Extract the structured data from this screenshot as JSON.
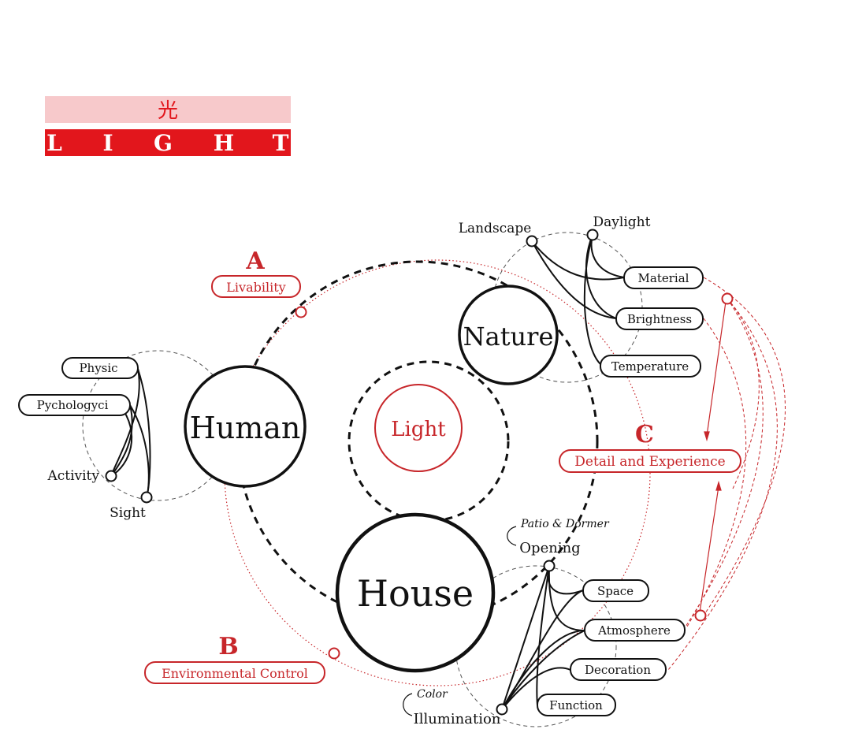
{
  "header": {
    "kanji": "光",
    "letters": [
      "L",
      "I",
      "G",
      "H",
      "T"
    ],
    "colors": {
      "band_light": "#f7c9cb",
      "band_dark": "#e2161c"
    }
  },
  "center": {
    "label": "Light"
  },
  "hubs": {
    "human": "Human",
    "nature": "Nature",
    "house": "House"
  },
  "human_nodes": {
    "physic": "Physic",
    "psychology": "Pychologyci",
    "activity": "Activity",
    "sight": "Sight"
  },
  "nature_nodes": {
    "landscape": "Landscape",
    "daylight": "Daylight",
    "material": "Material",
    "brightness": "Brightness",
    "temperature": "Temperature"
  },
  "house_nodes": {
    "patio": "Patio & Dormer",
    "opening": "Opening",
    "space": "Space",
    "atmosphere": "Atmosphere",
    "decoration": "Decoration",
    "function": "Function",
    "color": "Color",
    "illumination": "Illumination"
  },
  "themes": {
    "a": {
      "letter": "A",
      "label": "Livability"
    },
    "b": {
      "letter": "B",
      "label": "Environmental Control"
    },
    "c": {
      "letter": "C",
      "label": "Detail and Experience"
    }
  },
  "colors": {
    "accent": "#c7262a",
    "ink": "#111111"
  }
}
